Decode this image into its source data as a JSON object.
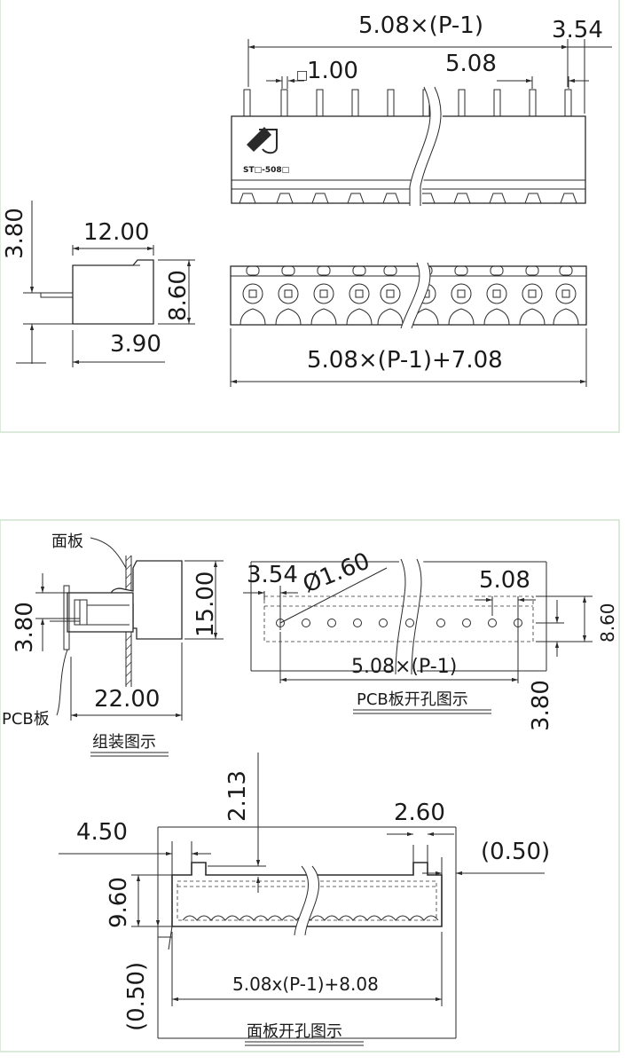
{
  "top_view": {
    "dim_span_top": "5.08×(P-1)",
    "dim_edge_top": "3.54",
    "dim_pin": "1.00",
    "dim_pitch": "5.08",
    "part_code": "ST□-508□"
  },
  "side_view": {
    "dim_width": "12.00",
    "dim_height": "8.60",
    "dim_pin_height": "3.80",
    "dim_base": "3.90"
  },
  "front_view": {
    "dim_total": "5.08×(P-1)+7.08"
  },
  "assembly": {
    "label_panel": "面板",
    "label_pcb": "PCB板",
    "dim_pin_height": "3.80",
    "dim_height": "15.00",
    "dim_depth": "22.00",
    "caption": "组装图示"
  },
  "pcb_layout": {
    "dim_edge": "3.54",
    "dim_hole": "Ø1.60",
    "dim_pitch": "5.08",
    "dim_span": "5.08×(P-1)",
    "dim_height": "8.60",
    "dim_offset": "3.80",
    "caption": "PCB板开孔图示"
  },
  "panel_cutout": {
    "dim_tab_height": "2.13",
    "dim_tab_width": "2.60",
    "dim_left": "4.50",
    "dim_gap_right": "(0.50)",
    "dim_height": "9.60",
    "dim_gap_bottom": "(0.50)",
    "dim_width": "5.08x(P-1)+8.08",
    "caption": "面板开孔图示"
  }
}
